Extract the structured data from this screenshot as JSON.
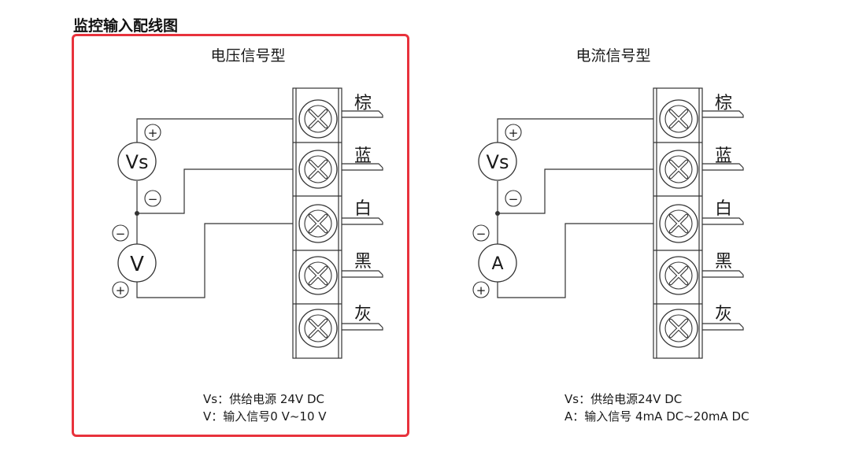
{
  "page": {
    "title": "监控输入配线图"
  },
  "diagrams": [
    {
      "title": "电压信号型",
      "meter_top": "Vs",
      "meter_bottom": "V",
      "plus_symbol": "+",
      "minus_symbol": "−",
      "wire_labels": [
        "棕",
        "蓝",
        "白",
        "黑",
        "灰"
      ],
      "notes": [
        "Vs：供给电源 24V DC",
        "V：输入信号0 V~10 V"
      ]
    },
    {
      "title": "电流信号型",
      "meter_top": "Vs",
      "meter_bottom": "A",
      "plus_symbol": "+",
      "minus_symbol": "−",
      "wire_labels": [
        "棕",
        "蓝",
        "白",
        "黑",
        "灰"
      ],
      "notes": [
        "Vs：供给电源24V DC",
        "A：输入信号 4mA DC~20mA DC"
      ]
    }
  ],
  "colors": {
    "highlight": "#e8323c",
    "line": "#333333"
  }
}
